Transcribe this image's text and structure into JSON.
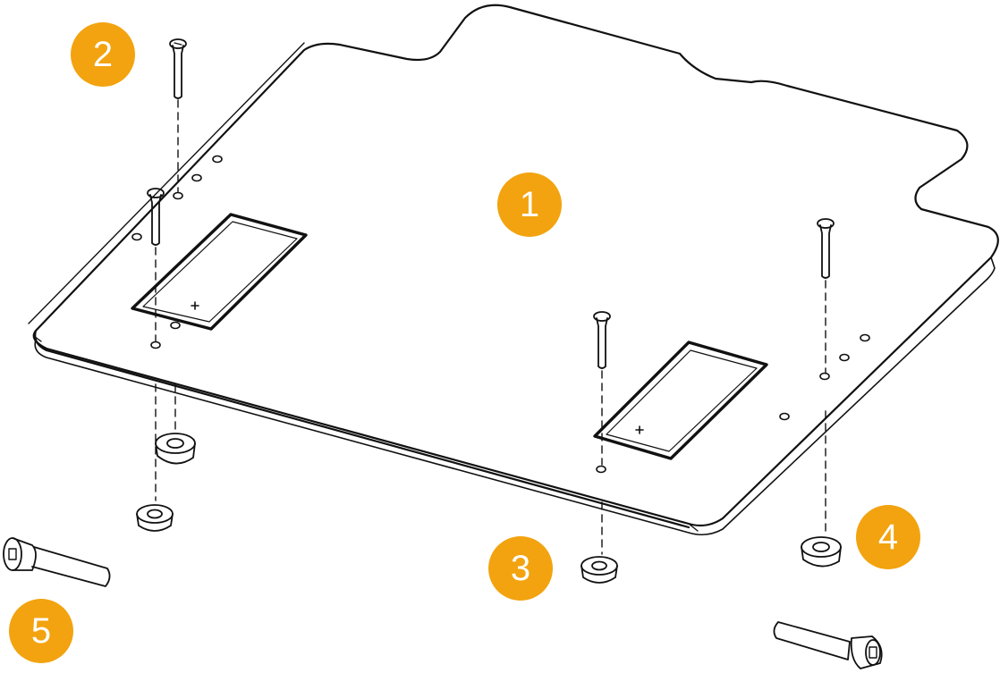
{
  "colors": {
    "callout_fill": "#F2A30F",
    "callout_text": "#FFFFFF",
    "line": "#111111",
    "background": "#FFFFFF"
  },
  "callouts": [
    {
      "label": "1",
      "part": "mounting-plate"
    },
    {
      "label": "2",
      "part": "countersunk-screw"
    },
    {
      "label": "3",
      "part": "short-spacer"
    },
    {
      "label": "4",
      "part": "tall-spacer"
    },
    {
      "label": "5",
      "part": "socket-head-cap-screw"
    }
  ]
}
